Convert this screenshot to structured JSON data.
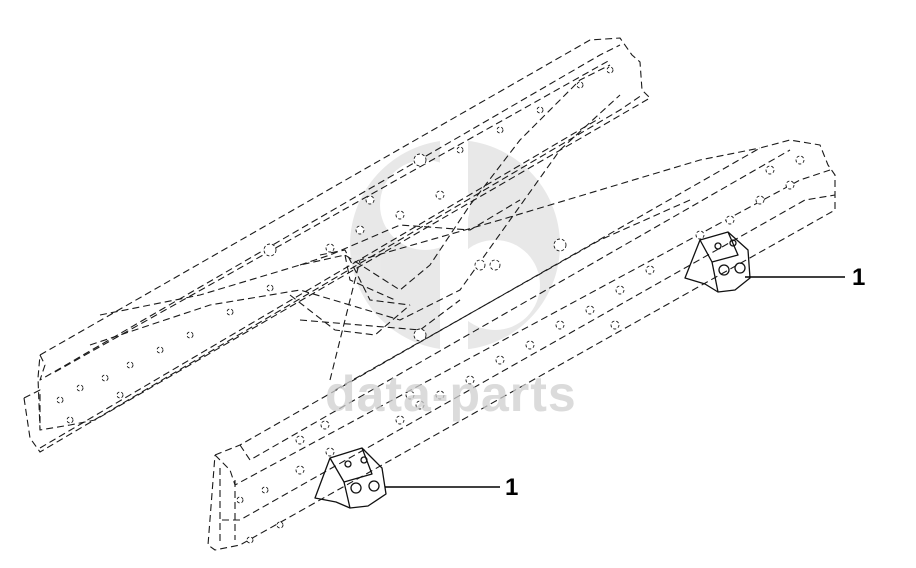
{
  "watermark": {
    "text": "data-parts",
    "color": "#cfcfcf"
  },
  "callouts": [
    {
      "label": "1",
      "part": "bracket-right"
    },
    {
      "label": "1",
      "part": "bracket-left"
    }
  ],
  "colors": {
    "lines": "#1a1a1a",
    "background": "#ffffff"
  }
}
